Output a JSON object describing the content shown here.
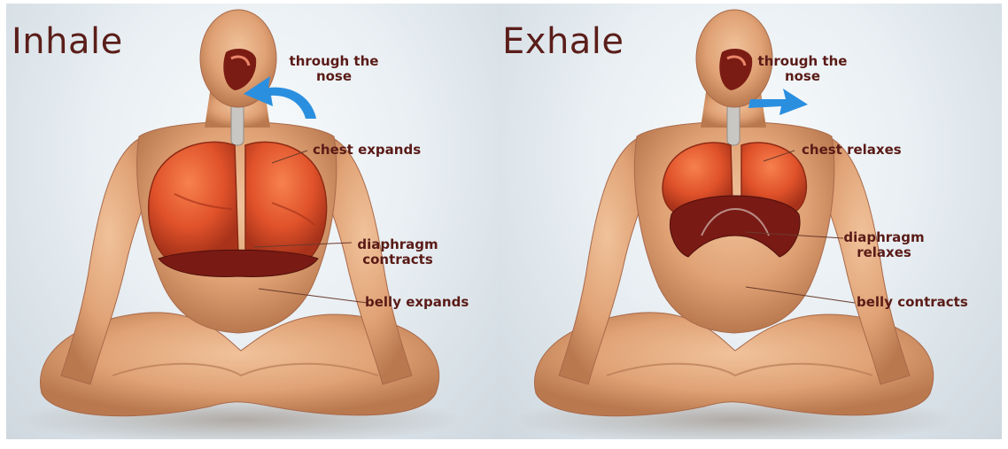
{
  "panels": {
    "inhale": {
      "title": "Inhale",
      "labels": {
        "route_line1": "through the",
        "route_line2": "nose",
        "chest": "chest expands",
        "diaphragm_line1": "diaphragm",
        "diaphragm_line2": "contracts",
        "belly": "belly expands"
      },
      "arrow_direction": "curved-in"
    },
    "exhale": {
      "title": "Exhale",
      "labels": {
        "route_line1": "through the",
        "route_line2": "nose",
        "chest": "chest relaxes",
        "diaphragm_line1": "diaphragm",
        "diaphragm_line2": "relaxes",
        "belly": "belly contracts"
      },
      "arrow_direction": "out"
    }
  },
  "colors": {
    "text": "#5a1b17",
    "skin": "#e2a578",
    "lungs": "#e2552c",
    "diaphragm": "#7a1a14",
    "arrow": "#2b8fe0",
    "background": "#e9eff3"
  }
}
